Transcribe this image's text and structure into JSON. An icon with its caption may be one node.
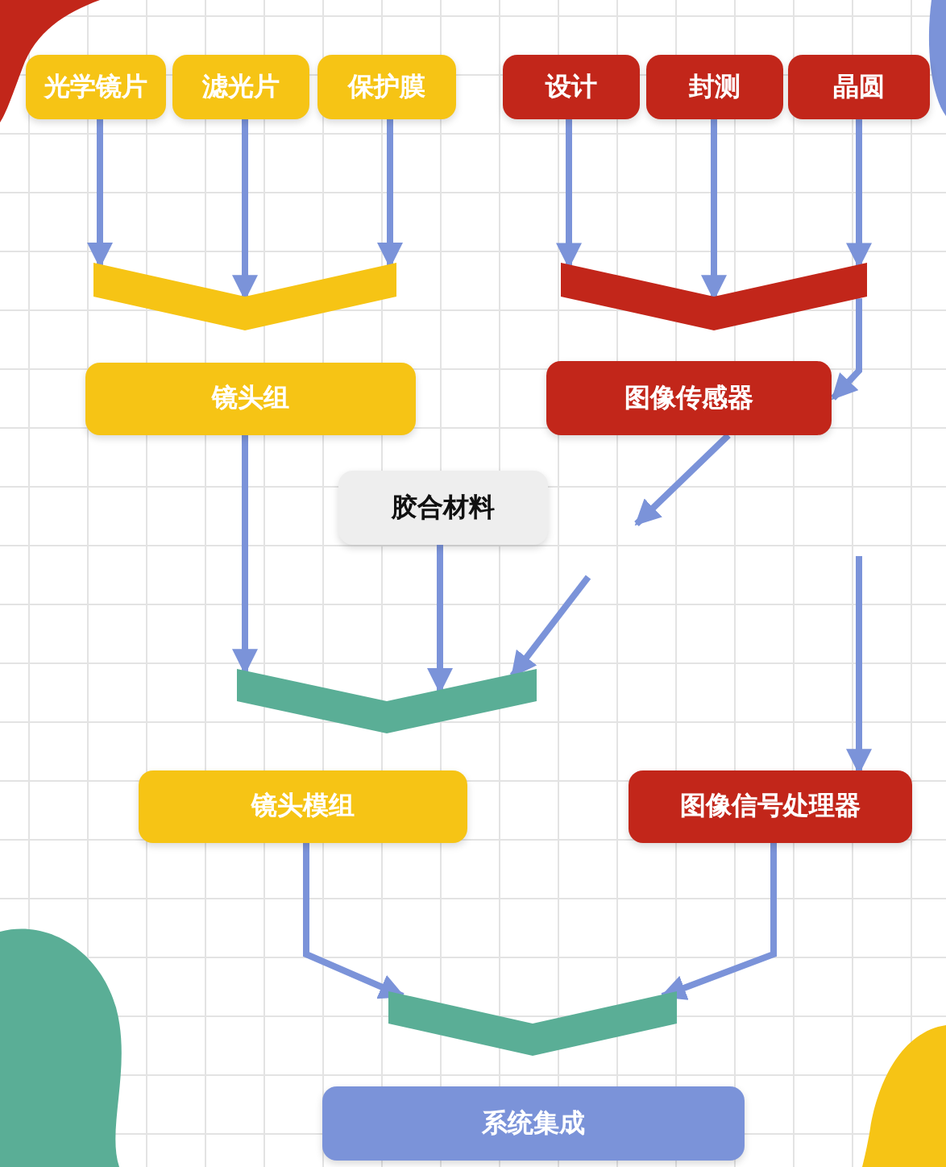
{
  "diagram": {
    "nodes": [
      {
        "text": [
          "光学镜片"
        ]
      },
      {
        "text": [
          "滤光片"
        ]
      },
      {
        "text": [
          "保护膜"
        ]
      },
      {
        "text": [
          "设计"
        ]
      },
      {
        "text": [
          "封测"
        ]
      },
      {
        "text": [
          "晶圆"
        ]
      },
      {
        "text": [],
        "shape": "chevron"
      },
      {
        "text": [],
        "shape": "chevron"
      },
      {
        "text": [
          "镜头组"
        ]
      },
      {
        "text": [
          "图像传感器"
        ]
      },
      {
        "text": [
          "胶合材料"
        ]
      },
      {
        "text": [],
        "shape": "chevron"
      },
      {
        "text": [
          "镜头模组"
        ]
      },
      {
        "text": [
          "图像信号处理器"
        ]
      },
      {
        "text": [],
        "shape": "chevron"
      },
      {
        "text": [
          "系统集成"
        ]
      }
    ],
    "edges": [
      {
        "from": 0,
        "to": 6,
        "arrow": "to"
      },
      {
        "from": 1,
        "to": 6,
        "arrow": "to"
      },
      {
        "from": 2,
        "to": 6,
        "arrow": "to"
      },
      {
        "from": 3,
        "to": 7,
        "arrow": "to"
      },
      {
        "from": 4,
        "to": 7,
        "arrow": "to"
      },
      {
        "from": 5,
        "to": 7,
        "arrow": "to"
      },
      {
        "from": 7,
        "to": 9,
        "arrow": "to"
      },
      {
        "from": 9,
        "to": null,
        "arrow": "to"
      },
      {
        "from": 8,
        "to": 11,
        "arrow": "to"
      },
      {
        "from": 10,
        "to": 11,
        "arrow": "to"
      },
      {
        "from": null,
        "to": 11,
        "arrow": "to"
      },
      {
        "from": null,
        "to": 13,
        "arrow": "to"
      },
      {
        "from": 12,
        "to": 14,
        "arrow": "to"
      },
      {
        "from": 13,
        "to": 14,
        "arrow": "to"
      }
    ]
  }
}
